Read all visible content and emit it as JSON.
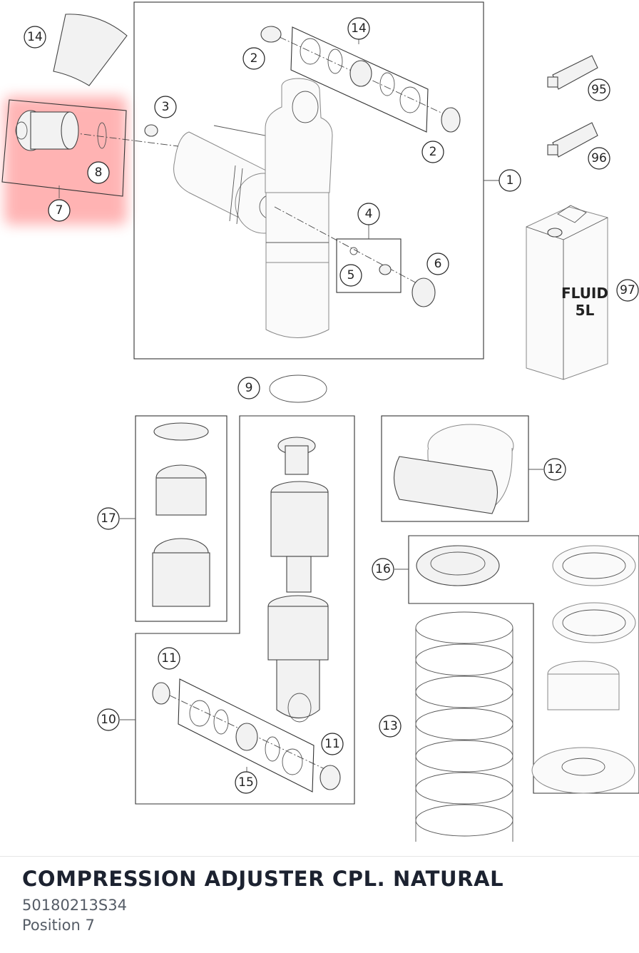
{
  "diagram": {
    "callouts": [
      "14",
      "2",
      "14",
      "3",
      "2",
      "1",
      "8",
      "7",
      "4",
      "5",
      "6",
      "9",
      "95",
      "96",
      "97",
      "17",
      "12",
      "16",
      "11",
      "10",
      "11",
      "13",
      "15"
    ],
    "can_label_line1": "FLUID",
    "can_label_line2": "5L",
    "highlight_color": "#ff4d4d"
  },
  "part": {
    "title": "COMPRESSION ADJUSTER CPL. NATURAL",
    "number": "50180213S34",
    "position": "Position 7"
  }
}
